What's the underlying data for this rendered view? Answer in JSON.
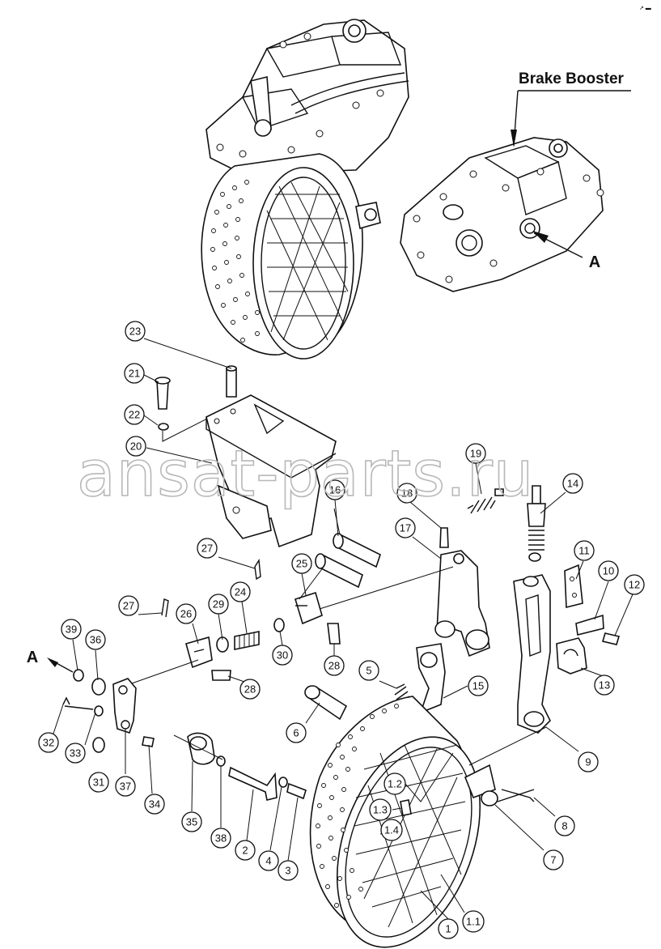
{
  "labels": {
    "brake_booster": "Brake Booster",
    "view_a_right": "A",
    "view_a_left": "A",
    "watermark": "ansat-parts.ru",
    "corner_mark": "↗ ▬"
  },
  "callouts": [
    {
      "id": "c23",
      "text": "23"
    },
    {
      "id": "c21",
      "text": "21"
    },
    {
      "id": "c22",
      "text": "22"
    },
    {
      "id": "c20",
      "text": "20"
    },
    {
      "id": "c19",
      "text": "19"
    },
    {
      "id": "c18",
      "text": "18"
    },
    {
      "id": "c16",
      "text": "16"
    },
    {
      "id": "c17",
      "text": "17"
    },
    {
      "id": "c14",
      "text": "14"
    },
    {
      "id": "c11",
      "text": "11"
    },
    {
      "id": "c10",
      "text": "10"
    },
    {
      "id": "c12",
      "text": "12"
    },
    {
      "id": "c13",
      "text": "13"
    },
    {
      "id": "c27a",
      "text": "27"
    },
    {
      "id": "c25",
      "text": "25"
    },
    {
      "id": "c27b",
      "text": "27"
    },
    {
      "id": "c26",
      "text": "26"
    },
    {
      "id": "c29",
      "text": "29"
    },
    {
      "id": "c24",
      "text": "24"
    },
    {
      "id": "c30",
      "text": "30"
    },
    {
      "id": "c28a",
      "text": "28"
    },
    {
      "id": "c28b",
      "text": "28"
    },
    {
      "id": "c39",
      "text": "39"
    },
    {
      "id": "c36",
      "text": "36"
    },
    {
      "id": "c5",
      "text": "5"
    },
    {
      "id": "c15",
      "text": "15"
    },
    {
      "id": "c6",
      "text": "6"
    },
    {
      "id": "c9",
      "text": "9"
    },
    {
      "id": "c32",
      "text": "32"
    },
    {
      "id": "c33",
      "text": "33"
    },
    {
      "id": "c31",
      "text": "31"
    },
    {
      "id": "c37",
      "text": "37"
    },
    {
      "id": "c34",
      "text": "34"
    },
    {
      "id": "c35",
      "text": "35"
    },
    {
      "id": "c38",
      "text": "38"
    },
    {
      "id": "c2",
      "text": "2"
    },
    {
      "id": "c4",
      "text": "4"
    },
    {
      "id": "c3",
      "text": "3"
    },
    {
      "id": "c1_2",
      "text": "1.2"
    },
    {
      "id": "c1_3",
      "text": "1.3"
    },
    {
      "id": "c1_4",
      "text": "1.4"
    },
    {
      "id": "c8",
      "text": "8"
    },
    {
      "id": "c7",
      "text": "7"
    },
    {
      "id": "c1_1",
      "text": "1.1"
    },
    {
      "id": "c1",
      "text": "1"
    }
  ]
}
